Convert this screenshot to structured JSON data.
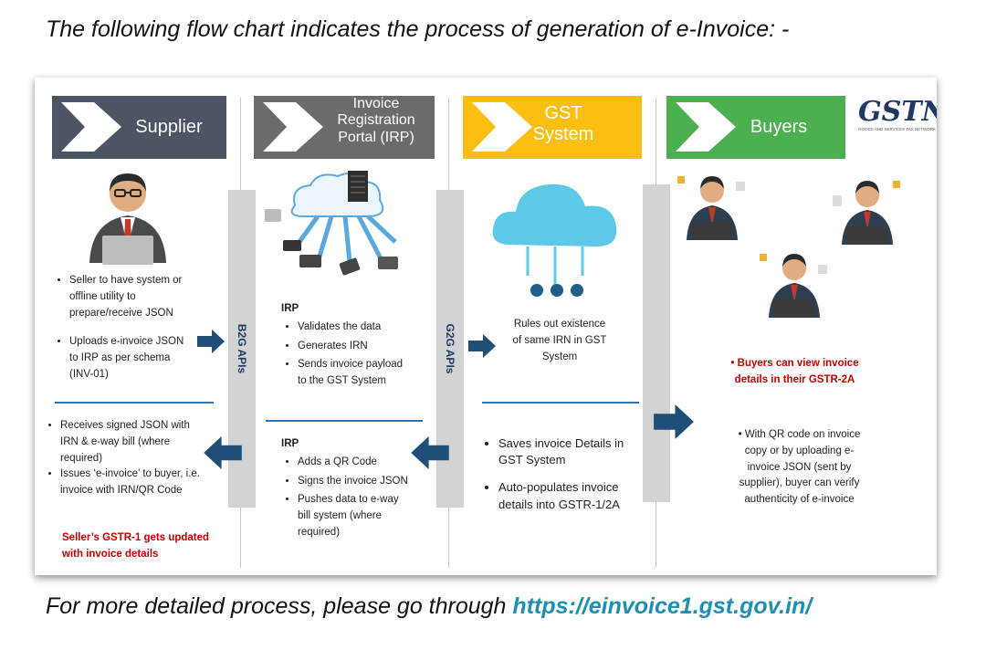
{
  "intro_text": "The following flow chart indicates the process of generation of e-Invoice: -",
  "outro_text": "For more detailed process, please go through",
  "outro_link": "https://einvoice1.gst.gov.in/",
  "logo": {
    "text": "GSTN",
    "subtitle": "GOODS AND SERVICES TAX NETWORK"
  },
  "columns": {
    "supplier": {
      "title": "Supplier",
      "color": "#4b5563"
    },
    "irp": {
      "title_lines": [
        "Invoice",
        "Registration",
        "Portal (IRP)"
      ],
      "color": "#6b6b6b"
    },
    "gst": {
      "title_lines": [
        "GST",
        "System"
      ],
      "color": "#fbbf13"
    },
    "buyers": {
      "title": "Buyers",
      "color": "#4caf50"
    }
  },
  "apis": {
    "b2g": "B2G APIs",
    "g2g": "G2G APIs"
  },
  "supplier": {
    "top_bullets": [
      "Seller to have system or offline utility to prepare/receive JSON",
      "Uploads e-invoice JSON to IRP as per schema (INV-01)"
    ],
    "bottom_bullets": [
      "Receives signed JSON with IRN & e-way bill (where required)",
      "Issues ‘e-invoice’ to buyer, i.e. invoice with IRN/QR Code"
    ],
    "note": "Seller’s GSTR-1 gets updated with invoice details"
  },
  "irp": {
    "top_heading": "IRP",
    "top_bullets": [
      "Validates the data",
      "Generates IRN",
      "Sends invoice payload to the GST System"
    ],
    "bottom_heading": "IRP",
    "bottom_bullets": [
      "Adds a QR Code",
      "Signs the invoice JSON",
      "Pushes data to e-way bill system (where required)"
    ]
  },
  "gst": {
    "top_text": "Rules out existence of same IRN in GST System",
    "bottom_bullets": [
      "Saves invoice Details in GST System",
      "Auto-populates invoice details into GSTR-1/2A"
    ]
  },
  "buyers": {
    "note": "Buyers can view invoice details in their GSTR-2A",
    "bullet": "With QR code on invoice copy or by uploading e-invoice JSON (sent by supplier), buyer can verify authenticity of e-invoice"
  }
}
